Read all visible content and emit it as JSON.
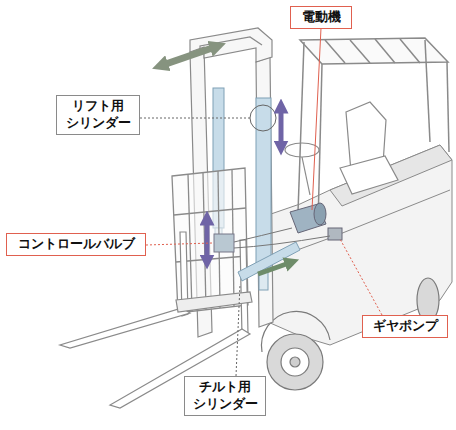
{
  "diagram": {
    "nodes": [
      {
        "text": [
          "電動機"
        ]
      },
      {
        "text": [
          "リフト用 シリンダー"
        ]
      },
      {
        "text": [
          "コントロールバルブ"
        ]
      },
      {
        "text": [
          "ギヤポンプ"
        ]
      },
      {
        "text": [
          "チルト用 シリンダー"
        ]
      }
    ]
  }
}
